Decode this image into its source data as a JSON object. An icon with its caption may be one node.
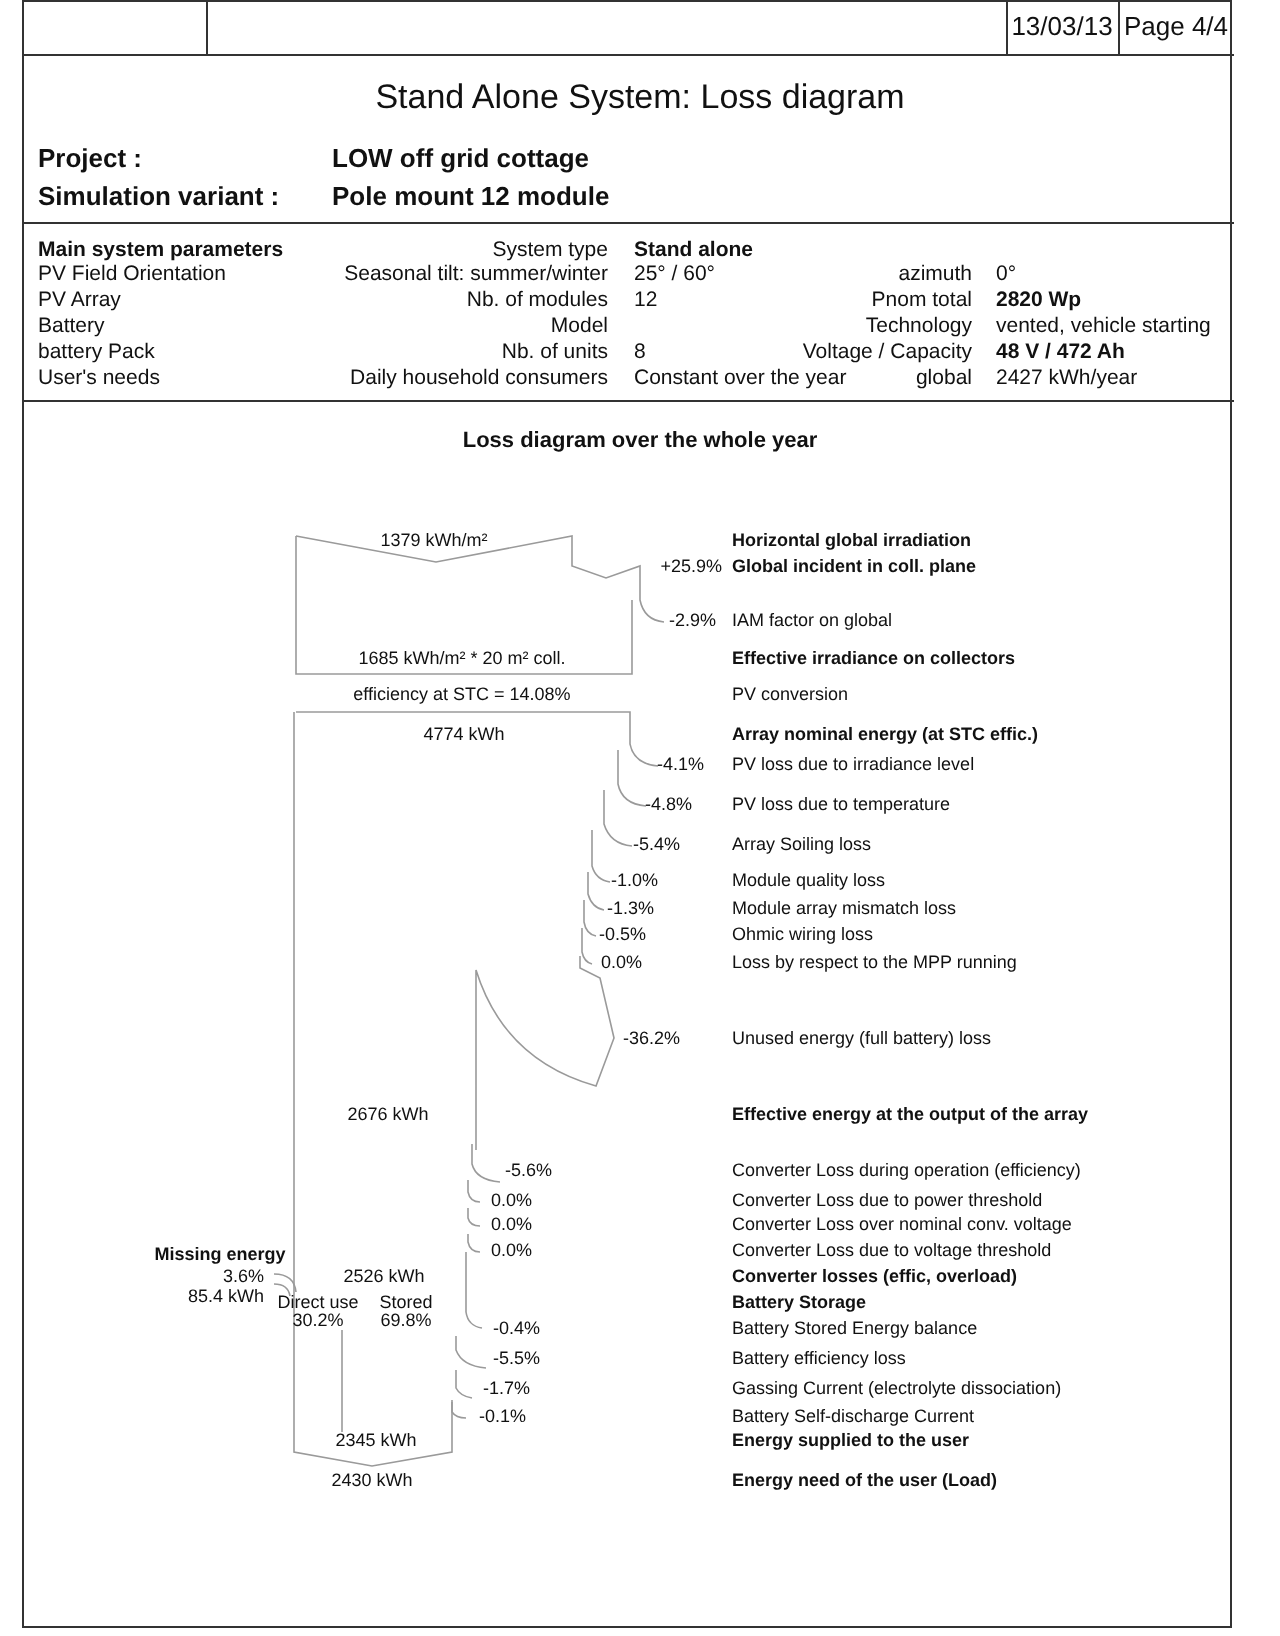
{
  "diagram": {
    "title": "Stand Alone System: Loss diagram",
    "labels": [
      "13/03/13",
      "Page 4/4",
      "Project  :",
      "LOW off grid cottage",
      "Simulation variant  :",
      "Pole mount 12 module",
      "Main system parameters",
      "System type",
      "Stand alone",
      "PV Field Orientation",
      "Seasonal tilt: summer/winter",
      "25° / 60°",
      "azimuth",
      "0°",
      "PV Array",
      "Nb. of modules",
      "12",
      "Pnom total",
      "2820 Wp",
      "Battery",
      "Model",
      "Technology",
      "vented, vehicle starting",
      "battery Pack",
      "Nb. of units",
      "8",
      "Voltage / Capacity",
      "48 V / 472 Ah",
      "User's needs",
      "Daily household consumers",
      "Constant over the year",
      "global",
      "2427 kWh/year",
      "Loss diagram over the whole year",
      "1379 kWh/m²",
      "Horizontal global irradiation",
      "+25.9%",
      "Global incident in coll. plane",
      "-2.9%",
      "IAM factor on global",
      "1685 kWh/m² * 20 m² coll.",
      "Effective irradiance on collectors",
      "efficiency at STC = 14.08%",
      "PV conversion",
      "4774 kWh",
      "Array nominal energy (at STC effic.)",
      "-4.1%",
      "PV loss due to irradiance level",
      "-4.8%",
      "PV loss due to temperature",
      "-5.4%",
      "Array Soiling loss",
      "-1.0%",
      "Module quality loss",
      "-1.3%",
      "Module array mismatch loss",
      "-0.5%",
      "Ohmic wiring loss",
      "0.0%",
      "Loss by respect to the MPP running",
      "-36.2%",
      "Unused energy (full battery) loss",
      "2676 kWh",
      "Effective energy at the output of the array",
      "-5.6%",
      "Converter Loss during operation (efficiency)",
      "0.0%",
      "Converter Loss due to power threshold",
      "0.0%",
      "Converter Loss over nominal conv. voltage",
      "Missing energy",
      "0.0%",
      "Converter Loss due to voltage threshold",
      "3.6%",
      "2526 kWh",
      "Converter losses (effic, overload)",
      "85.4 kWh",
      "Direct use",
      "Stored",
      "Battery Storage",
      "30.2%",
      "69.8%",
      "-0.4%",
      "Battery Stored Energy balance",
      "-5.5%",
      "Battery efficiency loss",
      "-1.7%",
      "Gassing Current (electrolyte dissociation)",
      "-0.1%",
      "Battery Self-discharge Current",
      "2345 kWh",
      "Energy supplied to the user",
      "2430 kWh",
      "Energy need of the user (Load)"
    ]
  }
}
